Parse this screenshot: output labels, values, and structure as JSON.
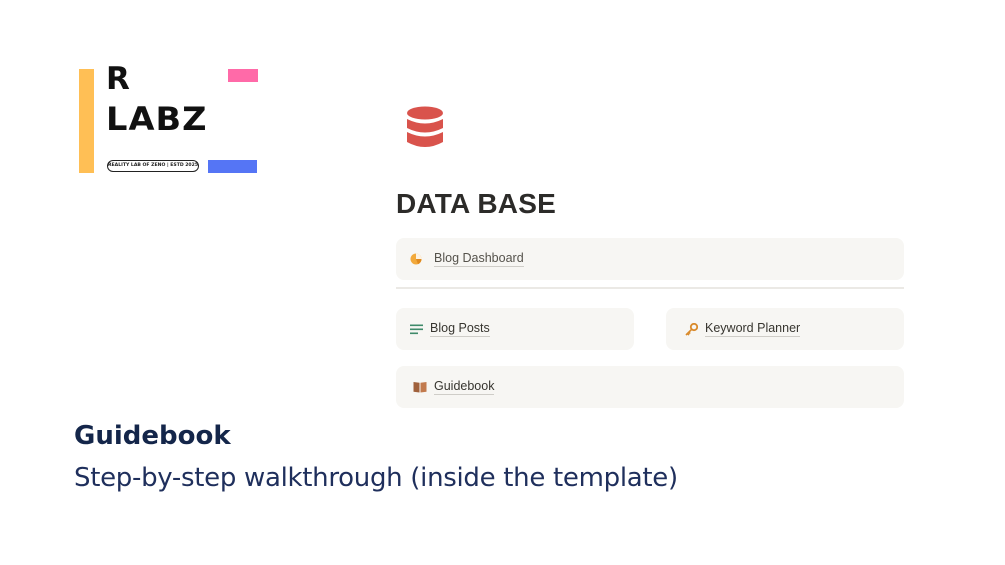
{
  "logo": {
    "mark_top": "R",
    "mark_bottom": "LABZ",
    "tagline": "REALITY LAB OF ZENO | ESTD 2025",
    "colors": {
      "yellow": "#ffbf55",
      "pink": "#ff6aa8",
      "blue": "#5575f5"
    }
  },
  "database": {
    "icon": "database-icon",
    "icon_color": "#d9534c",
    "title": "DATA BASE"
  },
  "links": {
    "dashboard": {
      "label": "Blog Dashboard",
      "icon": "pie-chart-icon"
    },
    "posts": {
      "label": "Blog Posts",
      "icon": "list-lines-icon"
    },
    "keyword": {
      "label": "Keyword Planner",
      "icon": "key-icon"
    },
    "guidebook": {
      "label": "Guidebook",
      "icon": "book-icon"
    }
  },
  "caption": {
    "title": "Guidebook",
    "subtitle": "Step-by-step walkthrough (inside the template)"
  }
}
